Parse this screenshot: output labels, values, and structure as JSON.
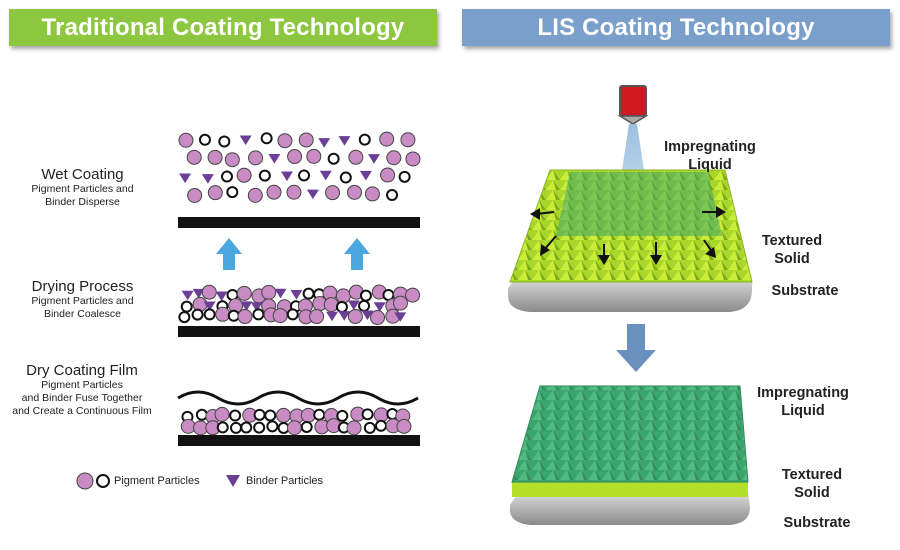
{
  "banners": {
    "left": "Traditional Coating Technology",
    "right": "LIS Coating Technology"
  },
  "stages": [
    {
      "title": "Wet Coating",
      "sub1": "Pigment Particles and",
      "sub2": "Binder Disperse",
      "sub3": ""
    },
    {
      "title": "Drying Process",
      "sub1": "Pigment Particles and",
      "sub2": "Binder Coalesce",
      "sub3": ""
    },
    {
      "title": "Dry Coating Film",
      "sub1": "Pigment Particles",
      "sub2": "and Binder Fuse Together",
      "sub3": "and Create a Continuous Film"
    }
  ],
  "legend": {
    "pigment": "Pigment Particles",
    "binder": "Binder Particles"
  },
  "lis_top": {
    "liquid_line1": "Impregnating",
    "liquid_line2": "Liquid",
    "solid_line1": "Textured",
    "solid_line2": "Solid",
    "substrate": "Substrate"
  },
  "lis_bottom": {
    "liquid_line1": "Impregnating",
    "liquid_line2": "Liquid",
    "solid_line1": "Textured",
    "solid_line2": "Solid",
    "substrate": "Substrate"
  },
  "colors": {
    "left_banner": "#8dc63f",
    "right_banner": "#7a9fcb",
    "pigment": "#c98bc3",
    "binder": "#6a3f95",
    "arrow_up": "#4aa7e0",
    "textured_solid": "#b5e02a",
    "liquid": "#3fa86a",
    "substrate": "#b8b8b8",
    "dropper": "#d01820"
  }
}
